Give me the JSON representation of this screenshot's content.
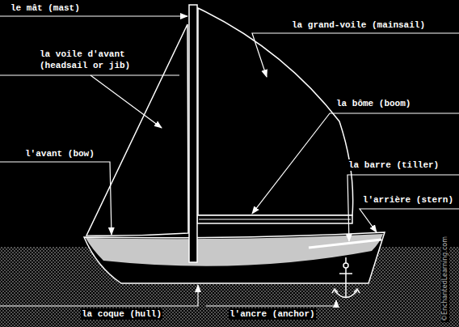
{
  "diagram": {
    "labels": [
      "le mât (mast)",
      "la grand-voile (mainsail)",
      "la voile d'avant (headsail or jib)",
      "la bôme (boom)",
      "l'avant (bow)",
      "la barre (tiller)",
      "l'arrière (stern)",
      "la coque (hull)",
      "l'ancre (anchor)",
      "©EnchantedLearning.com"
    ]
  }
}
